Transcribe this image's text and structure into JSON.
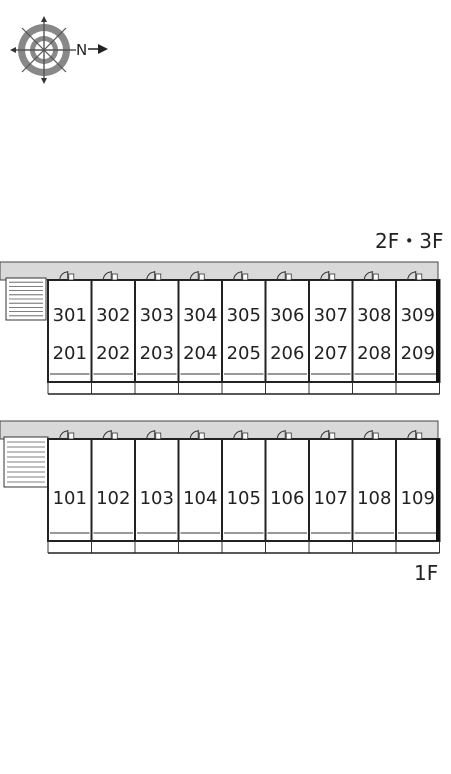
{
  "compass": {
    "north_letter": "N"
  },
  "upper_block": {
    "floor_label": "2F・3F",
    "rooms_top": [
      "301",
      "302",
      "303",
      "304",
      "305",
      "306",
      "307",
      "308",
      "309"
    ],
    "rooms_bottom": [
      "201",
      "202",
      "203",
      "204",
      "205",
      "206",
      "207",
      "208",
      "209"
    ]
  },
  "lower_block": {
    "floor_label": "1F",
    "rooms": [
      "101",
      "102",
      "103",
      "104",
      "105",
      "106",
      "107",
      "108",
      "109"
    ]
  }
}
